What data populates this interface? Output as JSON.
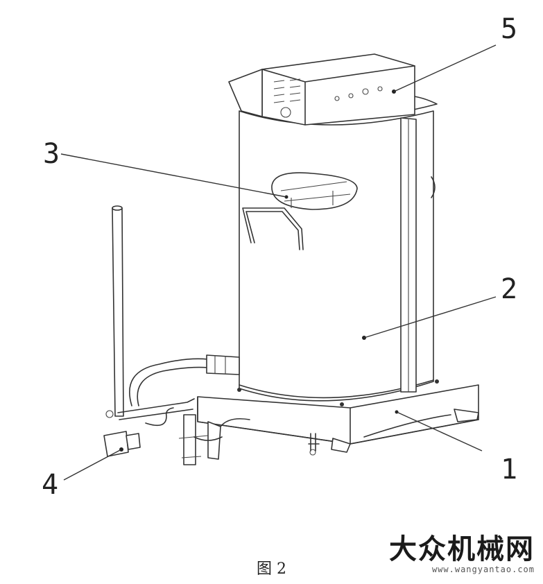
{
  "labels": {
    "base": "1",
    "tank": "2",
    "window": "3",
    "outlet_valve": "4",
    "control_box": "5"
  },
  "caption": "图 2",
  "watermark": {
    "brand": "大众机械网",
    "url": "www.wangyantao.com"
  }
}
